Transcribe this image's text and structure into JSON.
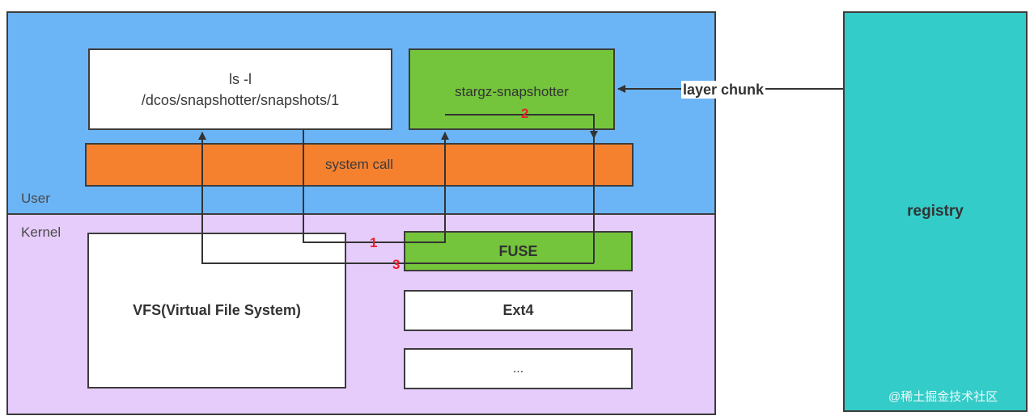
{
  "regions": {
    "user_label": "User",
    "kernel_label": "Kernel"
  },
  "nodes": {
    "ls_command": {
      "line1": "ls -l",
      "line2": "/dcos/snapshotter/snapshots/1"
    },
    "stargz_snapshotter": "stargz-snapshotter",
    "system_call": "system call",
    "vfs": "VFS(Virtual File System)",
    "fuse": "FUSE",
    "ext4": "Ext4",
    "more": "...",
    "registry": "registry"
  },
  "edges": {
    "layer_chunk": "layer chunk",
    "step_1": "1",
    "step_2": "2",
    "step_3": "3"
  },
  "watermark": "@稀土掘金技术社区",
  "colors": {
    "user_region": "#6bb5f7",
    "kernel_region": "#e6ccfa",
    "stargz_fuse_green": "#74c53b",
    "system_call_orange": "#f5812f",
    "registry_teal": "#33ccc8",
    "step_red": "#e8202a"
  }
}
